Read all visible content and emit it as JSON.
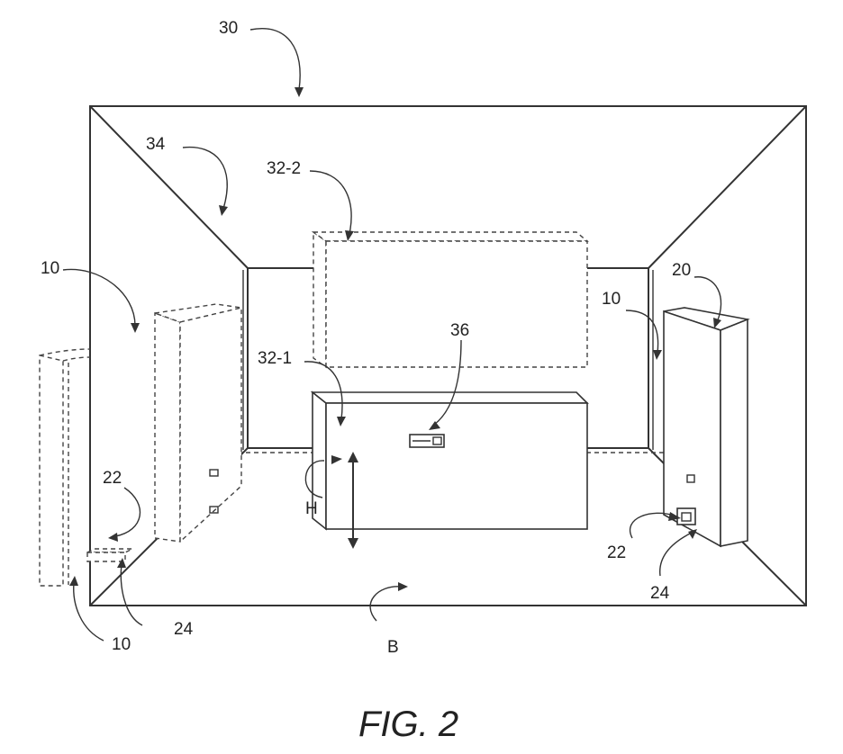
{
  "figure": {
    "caption": "FIG. 2",
    "labels": {
      "room": "30",
      "wall": "34",
      "display_far": "32-2",
      "display_near": "32-1",
      "device": "36",
      "speaker_right": "20",
      "unit_left_upper": "10",
      "unit_right": "10",
      "unit_left_lower": "10",
      "sensor_left": "22",
      "sensor_right": "22",
      "mount_left": "24",
      "mount_right": "24",
      "height": "H",
      "floor": "B"
    }
  }
}
